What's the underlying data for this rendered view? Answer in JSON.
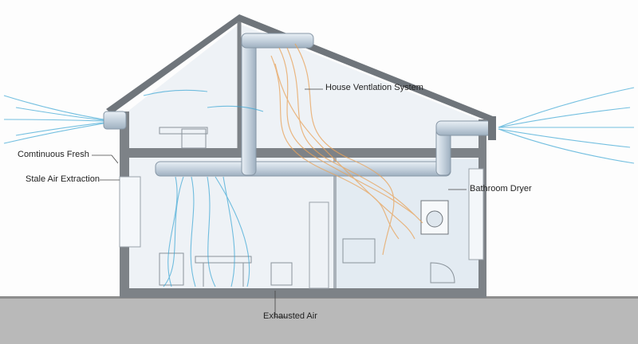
{
  "labels": {
    "house_ventilation": "House Ventlation System",
    "continuous_fresh": "Comtinuous Fresh",
    "stale_air": "Stale Air Extraction",
    "bathroom_dryer": "Bathroom Dryer",
    "exhausted_air": "Exhausted Air"
  },
  "colors": {
    "wall": "#7d8287",
    "duct": "#c9d6e2",
    "fresh_air": "#3aa6d4",
    "stale_air": "#e8a35a",
    "interior": "#eef2f6"
  }
}
